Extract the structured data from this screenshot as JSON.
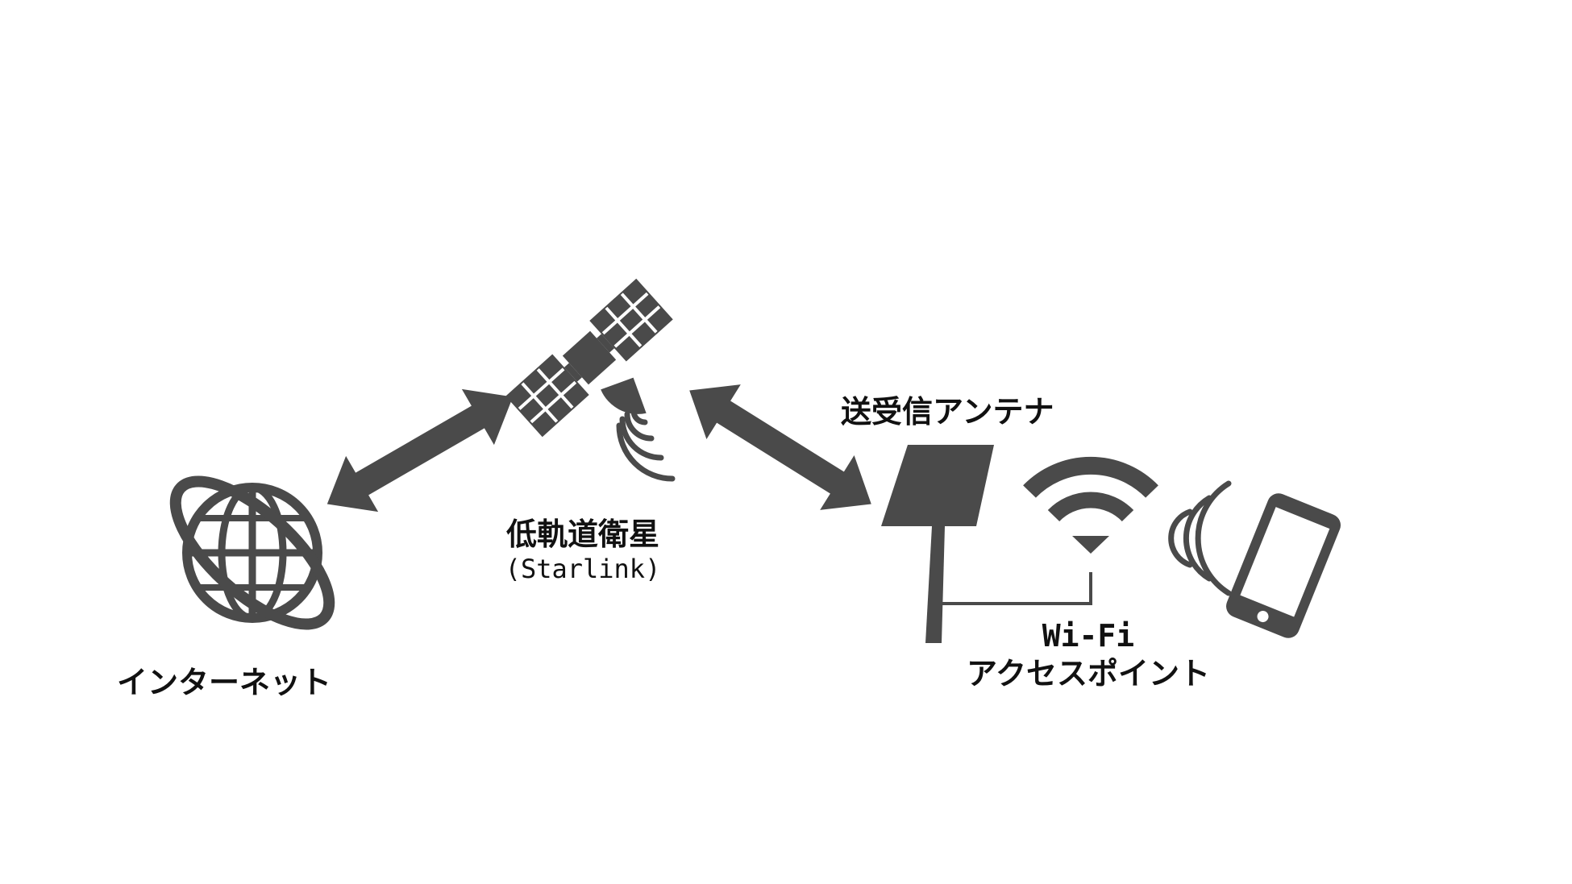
{
  "nodes": {
    "internet": {
      "label": "インターネット",
      "icon": "globe-icon"
    },
    "satellite": {
      "label": "低軌道衛星",
      "sublabel": "(Starlink)",
      "icon": "satellite-icon"
    },
    "antenna": {
      "label": "送受信アンテナ",
      "icon": "antenna-icon"
    },
    "access_point": {
      "label_line1": "Wi-Fi",
      "label_line2": "アクセスポイント",
      "icon": "wifi-icon"
    },
    "phone": {
      "icon": "smartphone-icon"
    }
  },
  "connections": [
    {
      "from": "internet",
      "to": "satellite",
      "style": "bidirectional-arrow"
    },
    {
      "from": "satellite",
      "to": "antenna",
      "style": "bidirectional-arrow"
    },
    {
      "from": "antenna",
      "to": "access_point",
      "style": "line"
    },
    {
      "from": "access_point",
      "to": "phone",
      "style": "wireless"
    }
  ],
  "colors": {
    "icon": "#4a4a4a",
    "text": "#111111",
    "background": "#ffffff"
  }
}
